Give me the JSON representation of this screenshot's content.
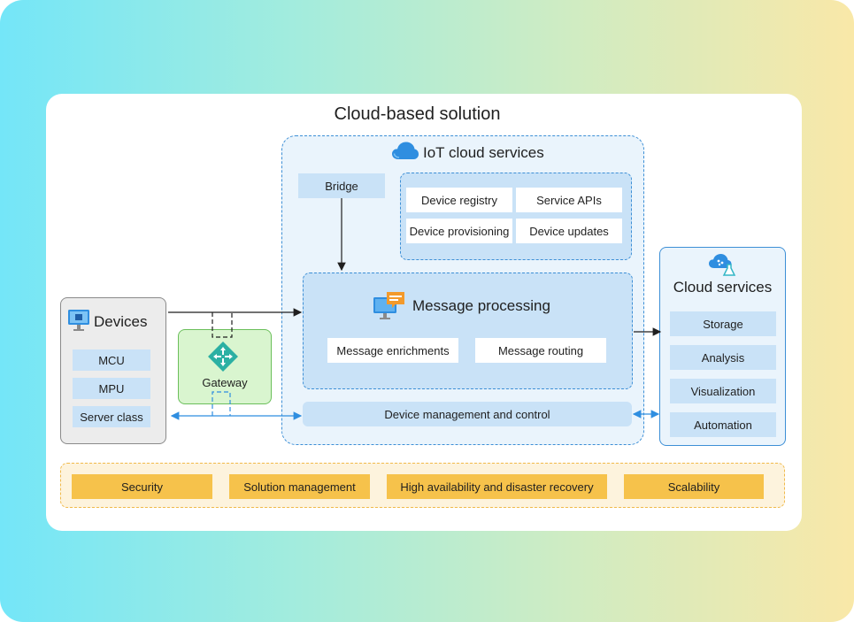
{
  "diagram": {
    "title": "Cloud-based solution",
    "iot": {
      "title": "IoT cloud services",
      "bridge": "Bridge",
      "services": [
        "Device registry",
        "Service APIs",
        "Device provisioning",
        "Device updates"
      ],
      "message_processing": {
        "title": "Message processing",
        "items": [
          "Message enrichments",
          "Message routing"
        ]
      },
      "device_management": "Device management and control"
    },
    "devices": {
      "title": "Devices",
      "items": [
        "MCU",
        "MPU",
        "Server class"
      ]
    },
    "gateway": {
      "label": "Gateway"
    },
    "cloud_services": {
      "title": "Cloud services",
      "items": [
        "Storage",
        "Analysis",
        "Visualization",
        "Automation"
      ]
    },
    "cross_cutting": [
      "Security",
      "Solution management",
      "High availability and disaster recovery",
      "Scalability"
    ],
    "icons": {
      "iot": "cloud-icon",
      "message": "monitor-chat-icon",
      "devices": "device-chip-icon",
      "gateway": "gateway-icon",
      "cloud": "cloud-flask-icon"
    },
    "colors": {
      "accent_blue": "#3d8fd6",
      "light_blue": "#c9e2f7",
      "gateway_green": "#6bbf5b",
      "cross_cutting_orange": "#f6c24b"
    }
  }
}
